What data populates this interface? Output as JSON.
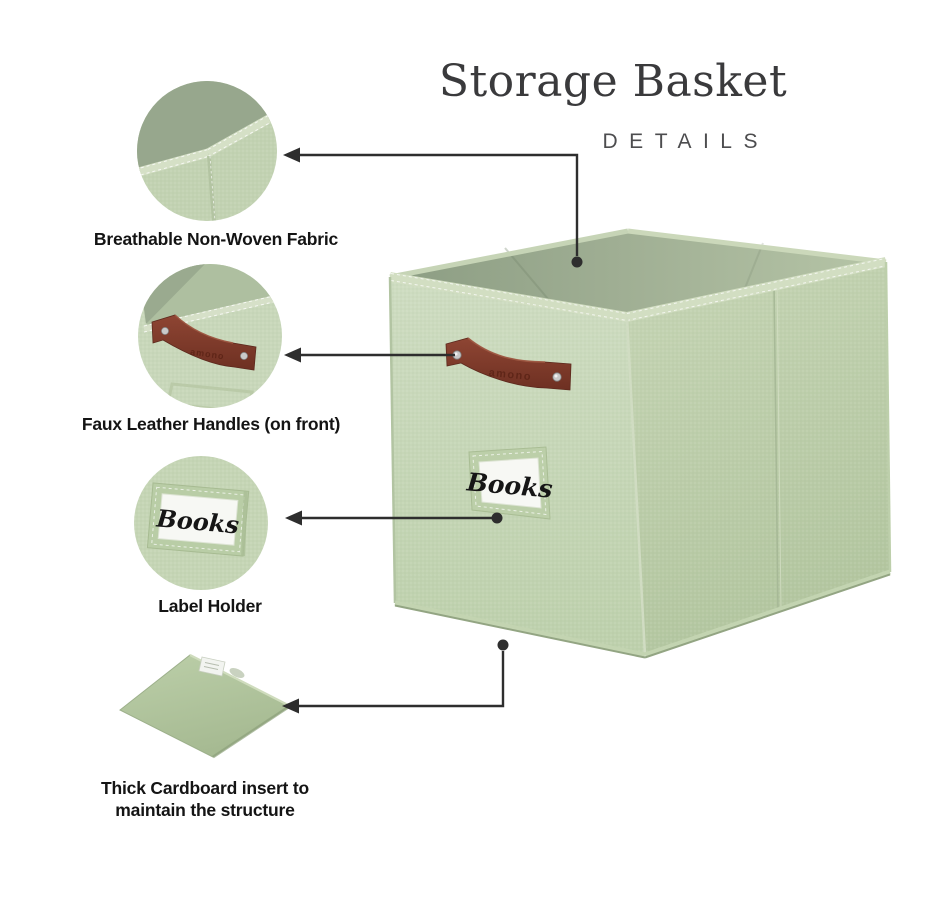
{
  "title": {
    "main": "Storage Basket",
    "subtitle": "DETAILS"
  },
  "features": [
    {
      "id": "breathable-fabric",
      "label": "Breathable Non-Woven Fabric"
    },
    {
      "id": "faux-leather-handles",
      "label": "Faux Leather Handles (on front)"
    },
    {
      "id": "label-holder",
      "label": "Label Holder"
    },
    {
      "id": "cardboard-insert",
      "line1": "Thick Cardboard insert to",
      "line2": "maintain the structure"
    }
  ],
  "product": {
    "basket_label_text": "Books",
    "circle_label_text": "Books",
    "handle_emboss_text": "amono"
  },
  "icons": [
    "arrow-left-icon",
    "line-endpoint-dot-icon"
  ],
  "colors": {
    "background": "#ffffff",
    "fabric_light": "#cbd9be",
    "fabric_mid": "#bccfae",
    "interior_dark": "#94a48a",
    "rim_binding": "#d3dec3",
    "handle_leather": "#7e3a2b",
    "rivet_silver": "#c9c9c9",
    "label_paper": "#f7f8f4",
    "leader_line": "#2e2e2e",
    "title_text": "#3a3a3c",
    "subtitle_text": "#4d4d4f",
    "feature_text": "#141414"
  }
}
